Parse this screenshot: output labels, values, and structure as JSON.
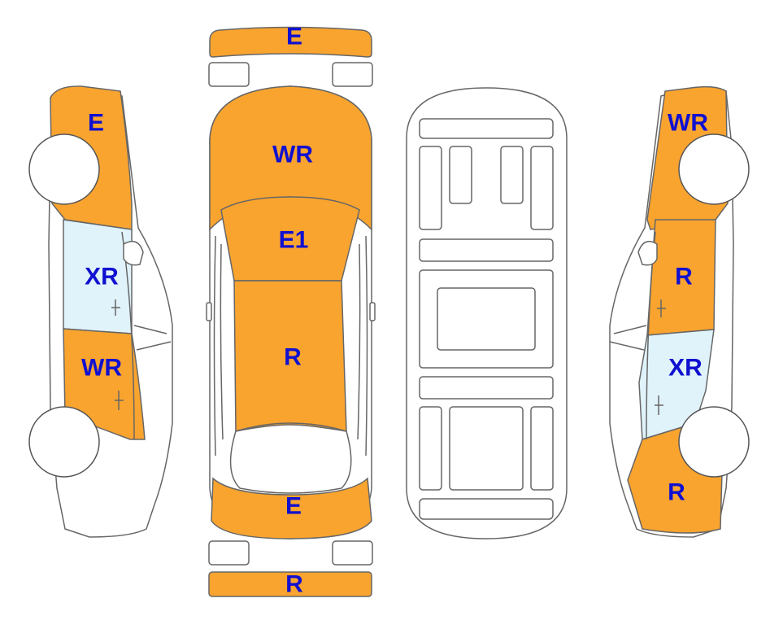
{
  "colors": {
    "damaged": "#F9A42F",
    "glass": "#E0F3FA",
    "label": "#1010D0",
    "outline": "#666666"
  },
  "left_side": {
    "front_fender": "E",
    "front_door_window": "XR",
    "rear_door": "WR"
  },
  "top_view": {
    "front_bumper": "E",
    "hood": "WR",
    "windshield": "E1",
    "roof": "R",
    "trunk": "E",
    "rear_bumper": "R"
  },
  "right_side": {
    "front_fender": "WR",
    "front_door": "R",
    "rear_door_window": "XR",
    "rear_quarter": "R"
  }
}
